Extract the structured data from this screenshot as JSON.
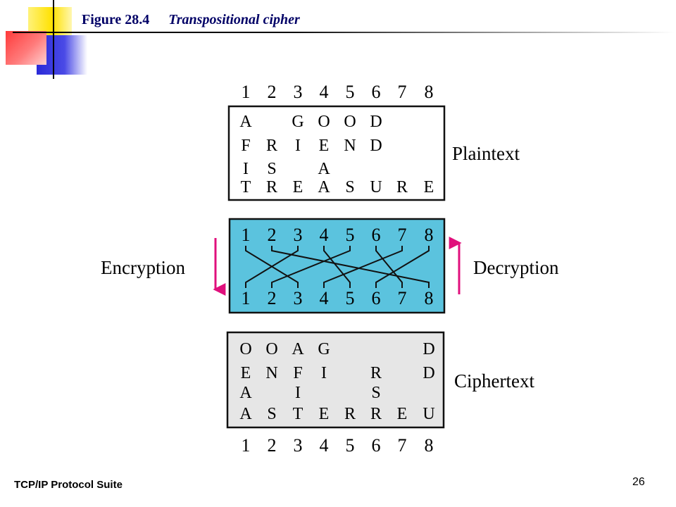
{
  "figure": {
    "label": "Figure 28.4",
    "caption": "Transpositional cipher"
  },
  "footer": {
    "left": "TCP/IP Protocol Suite",
    "page": "26"
  },
  "column_numbers": [
    "1",
    "2",
    "3",
    "4",
    "5",
    "6",
    "7",
    "8"
  ],
  "plaintext": {
    "label": "Plaintext",
    "rows": [
      [
        "A",
        "",
        "G",
        "O",
        "O",
        "D",
        "",
        ""
      ],
      [
        "F",
        "R",
        "I",
        "E",
        "N",
        "D",
        "",
        ""
      ],
      [
        "I",
        "S",
        "",
        "A",
        "",
        "",
        "",
        ""
      ],
      [
        "T",
        "R",
        "E",
        "A",
        "S",
        "U",
        "R",
        "E"
      ]
    ]
  },
  "key": {
    "encryption_label": "Encryption",
    "decryption_label": "Decryption",
    "mapping": [
      3,
      8,
      1,
      5,
      2,
      7,
      4,
      6
    ],
    "box_color": "#5bc3de",
    "arrow_color": "#e0107c"
  },
  "ciphertext": {
    "label": "Ciphertext",
    "rows": [
      [
        "O",
        "O",
        "A",
        "G",
        "",
        "",
        "",
        "D"
      ],
      [
        "E",
        "N",
        "F",
        "I",
        "",
        "R",
        "",
        "D"
      ],
      [
        "A",
        "",
        "I",
        "",
        "",
        "S",
        "",
        ""
      ],
      [
        "A",
        "S",
        "T",
        "E",
        "R",
        "R",
        "E",
        "U"
      ]
    ]
  }
}
